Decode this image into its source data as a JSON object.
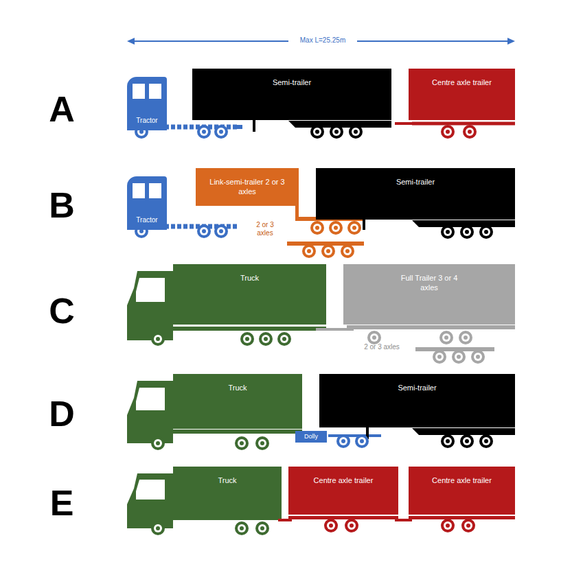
{
  "diagram": {
    "nodes": [
      {
        "text": [
          "Tractor"
        ]
      },
      {
        "text": [
          "Semi-trailer"
        ]
      },
      {
        "text": [
          "Centre axle trailer"
        ]
      },
      {
        "text": [
          "Tractor"
        ]
      },
      {
        "text": [
          "Link-semi-trailer 2 or 3 axles"
        ]
      },
      {
        "text": [
          "Semi-trailer"
        ]
      },
      {
        "text": [
          "Truck"
        ]
      },
      {
        "text": [
          "Full Trailer 3 or 4 axles"
        ]
      },
      {
        "text": [
          "Truck"
        ]
      },
      {
        "text": [
          "Dolly"
        ]
      },
      {
        "text": [
          "Semi-trailer"
        ]
      },
      {
        "text": [
          "Truck"
        ]
      },
      {
        "text": [
          "Centre axle trailer"
        ]
      },
      {
        "text": [
          "Centre axle trailer"
        ]
      }
    ],
    "labels": [
      "Max L=25.25m",
      "A",
      "B",
      "C",
      "D",
      "E",
      "2 or 3 axles",
      "2 or 3 axles"
    ]
  }
}
